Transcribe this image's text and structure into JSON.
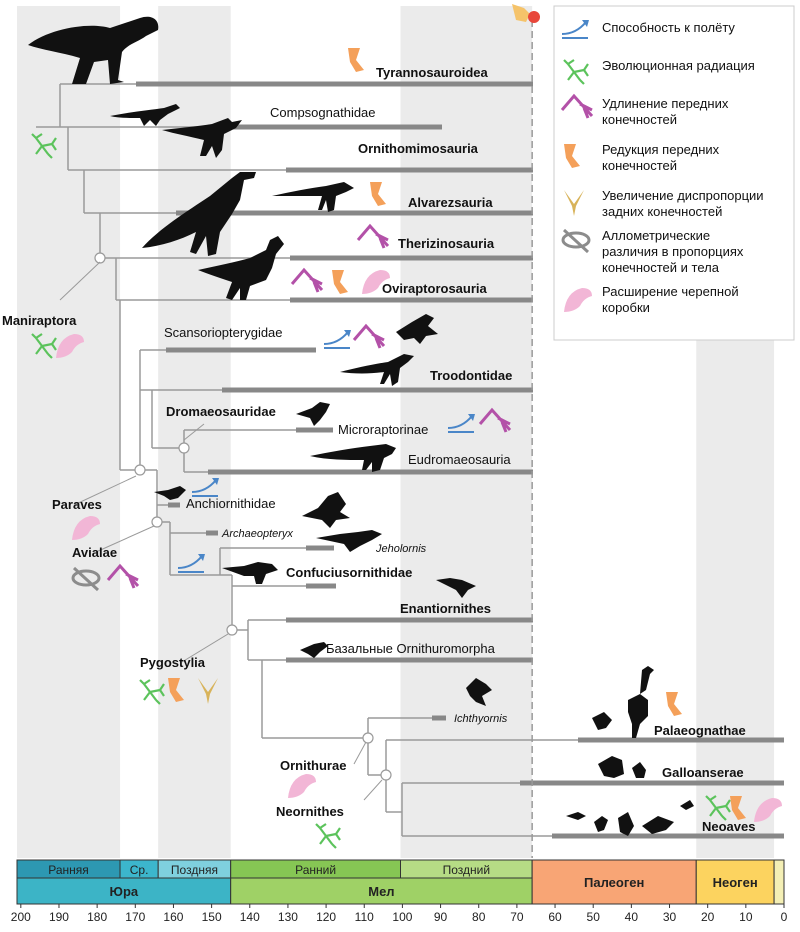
{
  "timescale": {
    "epochs": [
      {
        "label": "Ранняя",
        "from": 201,
        "to": 174,
        "color": "#2d98b2"
      },
      {
        "label": "Ср.",
        "from": 174,
        "to": 164,
        "color": "#3cb6cc"
      },
      {
        "label": "Поздняя",
        "from": 164,
        "to": 145,
        "color": "#7fd0de"
      },
      {
        "label": "Ранний",
        "from": 145,
        "to": 100.5,
        "color": "#86c654"
      },
      {
        "label": "Поздний",
        "from": 100.5,
        "to": 66,
        "color": "#b6dc85"
      }
    ],
    "periods": [
      {
        "label": "Юра",
        "from": 201,
        "to": 145,
        "color": "#3cb4c6"
      },
      {
        "label": "Мел",
        "from": 145,
        "to": 66,
        "color": "#9fd166"
      },
      {
        "label": "Палеоген",
        "from": 66,
        "to": 23,
        "color": "#f8a575"
      },
      {
        "label": "Неоген",
        "from": 23,
        "to": 2.6,
        "color": "#fcd35f"
      },
      {
        "label": "",
        "from": 2.6,
        "to": 0,
        "color": "#f4efb5"
      }
    ],
    "ticks": [
      200,
      190,
      180,
      170,
      160,
      150,
      140,
      130,
      120,
      110,
      100,
      90,
      80,
      70,
      60,
      50,
      40,
      30,
      20,
      10,
      0
    ]
  },
  "clades": {
    "tyrannosauroidea": "Tyrannosauroidea",
    "compsognathidae": "Compsognathidae",
    "ornithomimosauria": "Ornithomimosauria",
    "alvarezsauria": "Alvarezsauria",
    "therizinosauria": "Therizinosauria",
    "oviraptorosauria": "Oviraptorosauria",
    "scansoriopterygidae": "Scansoriopterygidae",
    "troodontidae": "Troodontidae",
    "dromaeosauridae": "Dromaeosauridae",
    "microraptorinae": "Microraptorinae",
    "eudromaeosauria": "Eudromaeosauria",
    "anchiornithidae": "Anchiornithidae",
    "archaeopteryx": "Archaeopteryx",
    "jeholornis": "Jeholornis",
    "confuciusornithidae": "Confuciusornithidae",
    "enantiornithes": "Enantiornithes",
    "ornithuromorpha": "Базальные Ornithuromorpha",
    "ichthyornis": "Ichthyornis",
    "palaeognathae": "Palaeognathae",
    "galloanserae": "Galloanserae",
    "neoaves": "Neoaves"
  },
  "nodes": {
    "maniraptora": "Maniraptora",
    "paraves": "Paraves",
    "avialae": "Avialae",
    "pygostylia": "Pygostylia",
    "ornithurae": "Ornithurae",
    "neornithes": "Neornithes"
  },
  "legend": [
    {
      "icon": "flight-icon",
      "label": "Способность к полёту",
      "color": "#4a86c8"
    },
    {
      "icon": "radiation-icon",
      "label": "Эволюционная радиация",
      "color": "#5cc35c"
    },
    {
      "icon": "forelimb-elongation-icon",
      "label": "Удлинение передних\nконечностей",
      "color": "#b351a8"
    },
    {
      "icon": "forelimb-reduction-icon",
      "label": "Редукция передних\nконечностей",
      "color": "#f4a05a"
    },
    {
      "icon": "hindlimb-disparity-icon",
      "label": "Увеличение диспропорции\nзадних конечностей",
      "color": "#d8b35a"
    },
    {
      "icon": "allometry-icon",
      "label": "Аллометрические\nразличия в пропорциях\nконечностей и тела",
      "color": "#8c8c8c"
    },
    {
      "icon": "braincase-icon",
      "label": "Расширение черепной\nкоробки",
      "color": "#f2b6d6"
    }
  ],
  "colors": {
    "branch": "#9a9a9a",
    "range": "#888888",
    "band": "#ebebeb",
    "kpg": "#999999",
    "asteroid": "#e8463a",
    "flame": "#f5c36a"
  }
}
